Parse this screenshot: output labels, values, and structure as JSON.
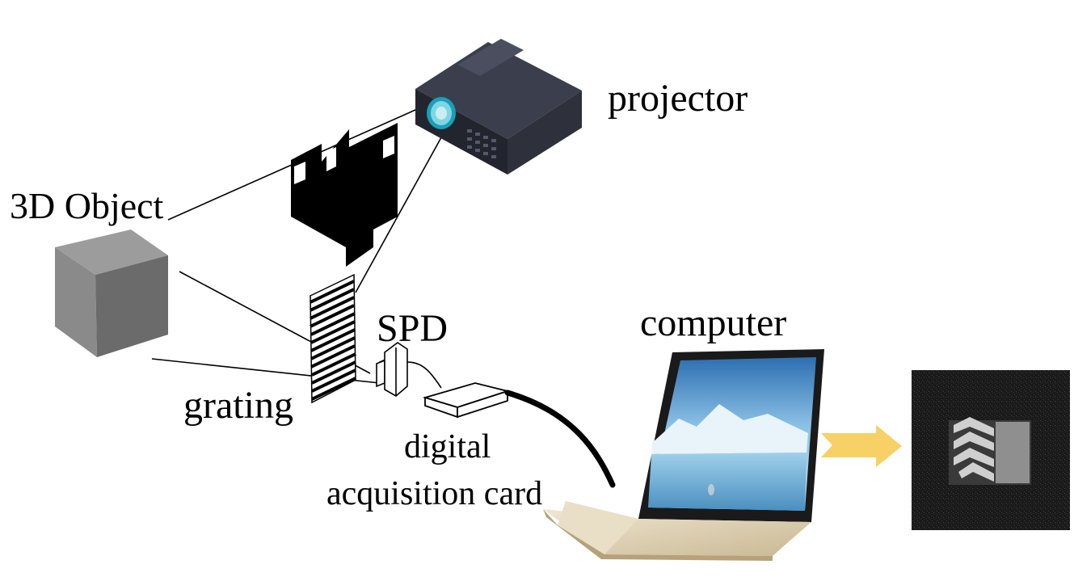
{
  "labels": {
    "projector": "projector",
    "object": "3D Object",
    "spd": "SPD",
    "computer": "computer",
    "grating": "grating",
    "dac_line1": "digital",
    "dac_line2": "acquisition card"
  },
  "colors": {
    "arrow": "#f7d166",
    "projector_body": "#2a2c36",
    "cube_front": "#8a8a8a",
    "cube_side": "#6b6b6b",
    "cube_top": "#9c9c9c",
    "laptop_body": "#dccfb4",
    "screen_sky": "#4f8fc6",
    "result_bg": "#1c1c1c"
  },
  "icons": {
    "projector": "projector-icon",
    "object": "cube-icon",
    "computer": "laptop-icon",
    "arrow": "right-arrow-icon"
  }
}
